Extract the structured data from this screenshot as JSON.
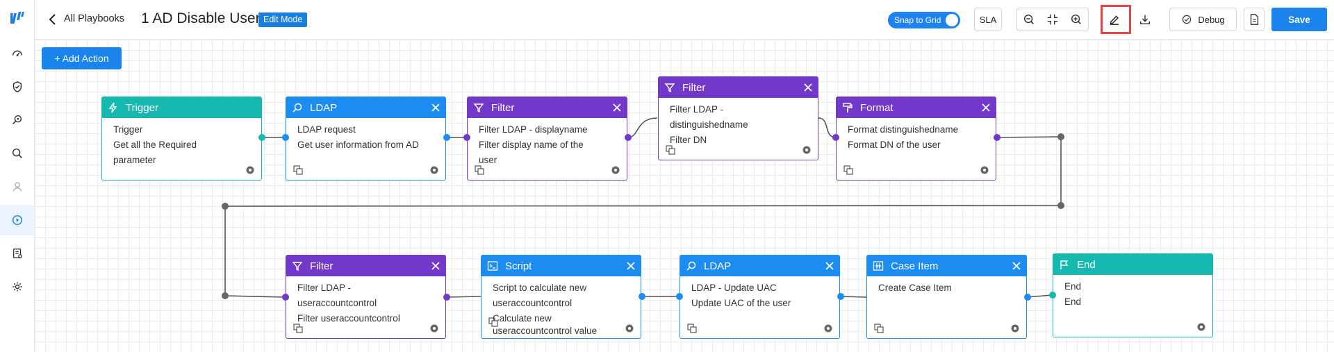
{
  "header": {
    "back_label": "All Playbooks",
    "title": "1 AD Disable User",
    "mode_badge": "Edit Mode",
    "snap_label": "Snap to Grid",
    "sla_label": "SLA",
    "debug_label": "Debug",
    "save_label": "Save"
  },
  "canvas": {
    "add_action_label": "+ Add Action"
  },
  "nodes": {
    "trigger": {
      "title": "Trigger",
      "lines": [
        "Trigger",
        "Get all the Required",
        "parameter"
      ]
    },
    "ldap1": {
      "title": "LDAP",
      "lines": [
        "LDAP request",
        "Get user information from AD"
      ]
    },
    "filter1": {
      "title": "Filter",
      "lines": [
        "Filter LDAP - displayname",
        "Filter display name of the",
        "user"
      ]
    },
    "filter2": {
      "title": "Filter",
      "lines": [
        "Filter LDAP -",
        "distinguishedname",
        "Filter DN"
      ]
    },
    "format": {
      "title": "Format",
      "lines": [
        "Format distinguishedname",
        "Format DN of the user"
      ]
    },
    "filter3": {
      "title": "Filter",
      "lines": [
        "Filter LDAP -",
        "useraccountcontrol",
        "Filter useraccountcontrol"
      ]
    },
    "script": {
      "title": "Script",
      "lines": [
        "Script to calculate new",
        "useraccountcontrol",
        "Calculate new",
        "useraccountcontrol value"
      ]
    },
    "ldap2": {
      "title": "LDAP",
      "lines": [
        "LDAP - Update UAC",
        "Update UAC of the user"
      ]
    },
    "caseitem": {
      "title": "Case Item",
      "lines": [
        "Create Case Item"
      ]
    },
    "end": {
      "title": "End",
      "lines": [
        "End",
        "End"
      ]
    }
  },
  "colors": {
    "trigger": "#16b8b0",
    "action": "#1c8cf0",
    "filter": "#7238c9",
    "accent": "#1b83ec",
    "highlight": "#e64545"
  }
}
